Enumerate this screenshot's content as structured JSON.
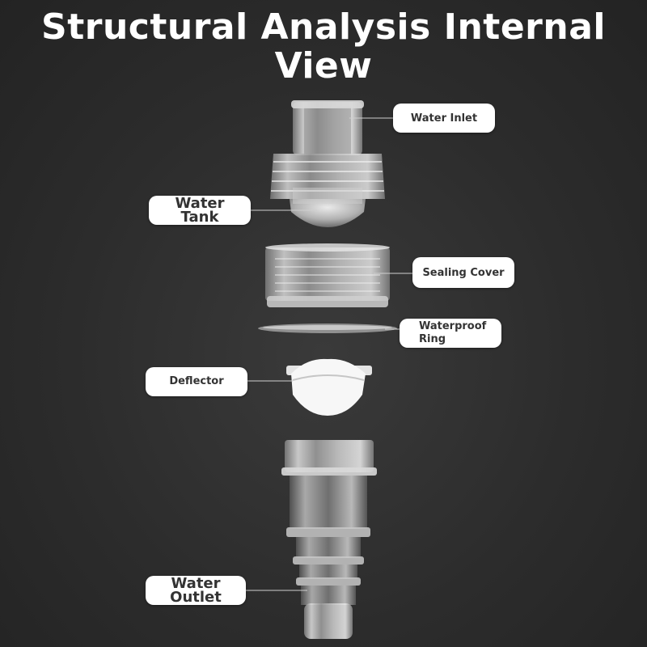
{
  "title": {
    "line1": "Structural Analysis Internal",
    "line2": "View"
  },
  "labels": {
    "water_inlet": "Water Inlet",
    "water_tank_line1": "Water",
    "water_tank_line2": "Tank",
    "sealing_cover": "Sealing Cover",
    "waterproof_ring_line1": "Waterproof",
    "waterproof_ring_line2": "Ring",
    "deflector": "Deflector",
    "water_outlet_line1": "Water",
    "water_outlet_line2": "Outlet"
  }
}
